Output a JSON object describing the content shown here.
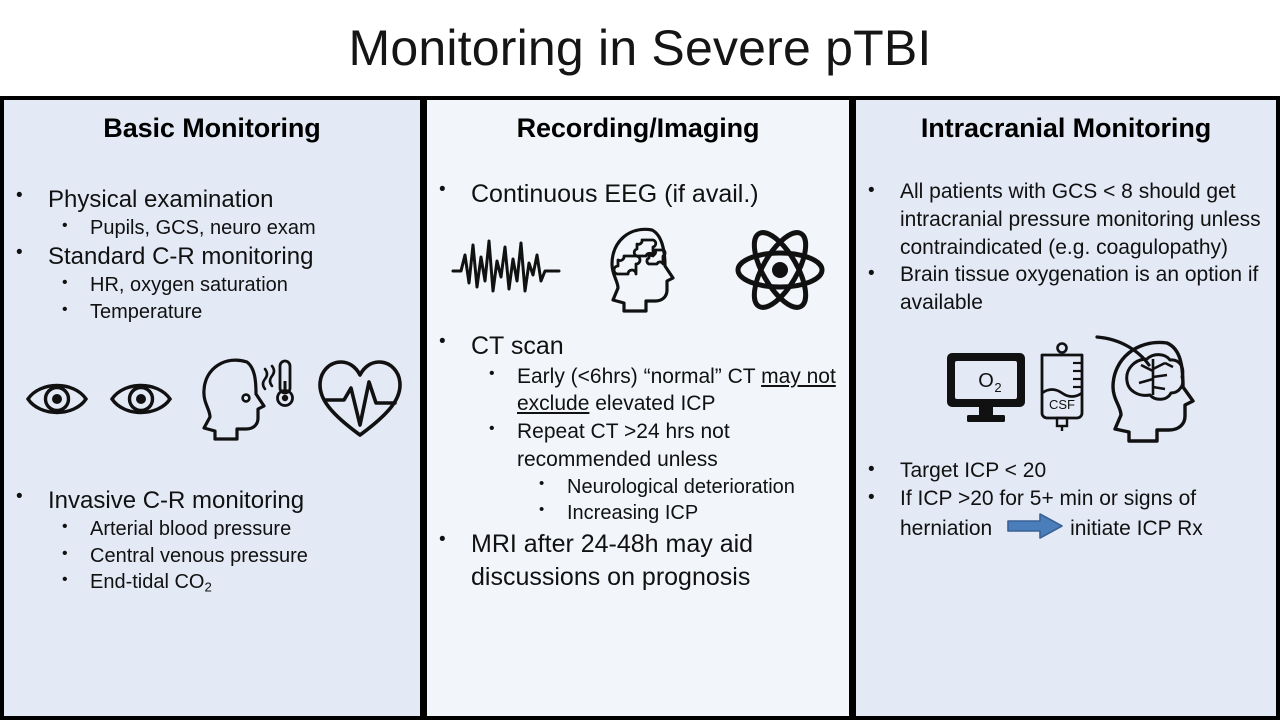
{
  "slide": {
    "title": "Monitoring in Severe pTBI"
  },
  "colors": {
    "panel_left_bg": "#e3e9f5",
    "panel_middle_bg": "#f2f5fa",
    "panel_right_bg": "#e3e9f5",
    "border": "#000000",
    "text": "#111111",
    "arrow_fill": "#4a7ebb",
    "arrow_stroke": "#3a6296",
    "icon_stroke": "#111111",
    "slide_bg": "#ffffff"
  },
  "columns": [
    {
      "id": "basic-monitoring",
      "heading": "Basic Monitoring",
      "bullets_top": [
        {
          "level": 1,
          "text": "Physical examination"
        },
        {
          "level": 2,
          "text": "Pupils, GCS, neuro exam"
        },
        {
          "level": 1,
          "text": "Standard C-R monitoring"
        },
        {
          "level": 2,
          "text": "HR, oxygen saturation"
        },
        {
          "level": 2,
          "text": "Temperature"
        }
      ],
      "icons": [
        "eye-icon",
        "eye-icon",
        "head-thermometer-icon",
        "heart-pulse-icon"
      ],
      "bullets_bottom": [
        {
          "level": 1,
          "text": "Invasive C-R monitoring"
        },
        {
          "level": 2,
          "text": "Arterial blood pressure"
        },
        {
          "level": 2,
          "text": "Central venous pressure"
        },
        {
          "level": 2,
          "text": "End-tidal CO",
          "subscript": "2"
        }
      ]
    },
    {
      "id": "recording-imaging",
      "heading": "Recording/Imaging",
      "bullets_top": [
        {
          "level": 1,
          "text": "Continuous EEG (if avail.)"
        }
      ],
      "icons": [
        "eeg-waveform-icon",
        "head-puzzle-brain-icon",
        "atom-icon"
      ],
      "bullets_bottom": [
        {
          "level": 1,
          "text": "CT scan"
        },
        {
          "level": 2,
          "text_pre": "Early (<6hrs) “normal” CT ",
          "text_underline": "may not exclude",
          "text_post": " elevated ICP"
        },
        {
          "level": 2,
          "text": "Repeat CT >24 hrs not recommended unless"
        },
        {
          "level": 3,
          "text": "Neurological deterioration"
        },
        {
          "level": 3,
          "text": "Increasing ICP"
        },
        {
          "level": 1,
          "text": "MRI after 24-48h may aid discussions on prognosis"
        }
      ]
    },
    {
      "id": "intracranial-monitoring",
      "heading": "Intracranial Monitoring",
      "bullets_top": [
        {
          "level": 1,
          "text": "All patients with GCS < 8 should get intracranial pressure monitoring unless contraindicated (e.g. coagulopathy)"
        },
        {
          "level": 1,
          "text": "Brain tissue oxygenation is an option if available"
        }
      ],
      "icons": [
        "o2-monitor-icon",
        "csf-drainage-bag-icon",
        "head-brain-icon"
      ],
      "icon_labels": {
        "monitor": "O",
        "monitor_sub": "2",
        "bag": "CSF"
      },
      "bullets_bottom": [
        {
          "level": 1,
          "text": "Target ICP < 20"
        },
        {
          "level": 1,
          "text_pre": "If ICP >20 for 5+ min or signs of herniation ",
          "arrow": "right-arrow-icon",
          "text_post": "initiate ICP Rx"
        }
      ]
    }
  ]
}
